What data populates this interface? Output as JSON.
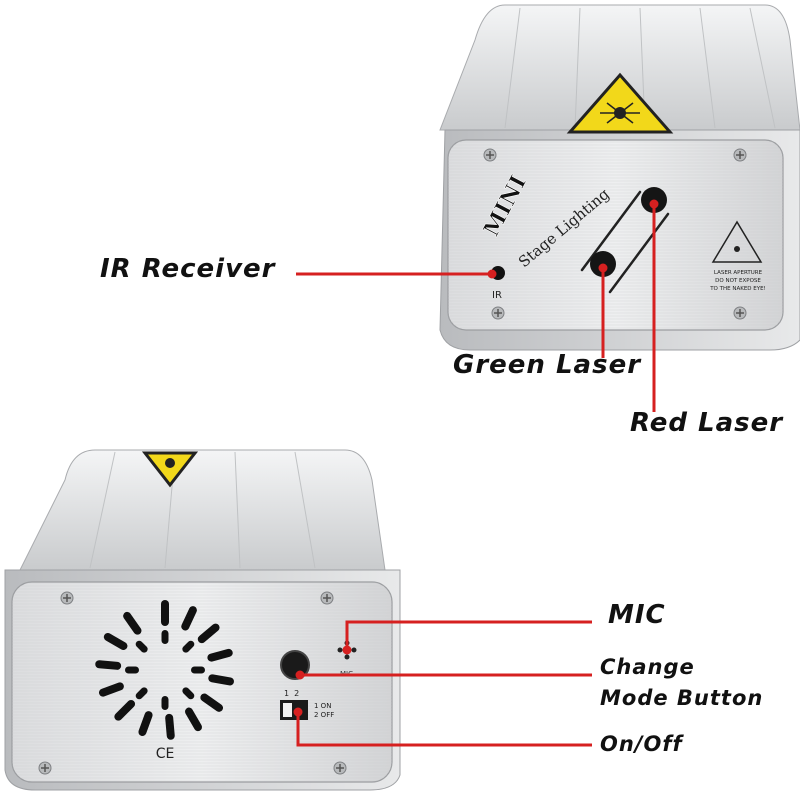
{
  "callouts": {
    "ir_receiver": "IR Receiver",
    "green_laser": "Green Laser",
    "red_laser": "Red Laser",
    "mic": "MIC",
    "change_mode_line1": "Change",
    "change_mode_line2": "Mode Button",
    "on_off": "On/Off"
  },
  "device_front": {
    "brand": "MINI",
    "subtitle": "Stage Lighting",
    "ir_label": "IR",
    "warning_line1": "LASER APERTURE",
    "warning_line2": "DO NOT EXPOSE",
    "warning_line3": "TO THE NAKED EYE!"
  },
  "device_back": {
    "mic_label": "MIC",
    "switch_numbers": "1  2",
    "switch_on": "1 ON",
    "switch_off": "2 OFF",
    "ce_mark": "CE"
  },
  "colors": {
    "callout_line": "#d62020",
    "housing": "#d9dbdc",
    "panel": "#e4e5e6",
    "warning_yellow": "#f2d81a"
  },
  "icons": [
    "laser-warning-icon",
    "screw-icon",
    "speaker-grille-icon",
    "ce-mark-icon"
  ]
}
